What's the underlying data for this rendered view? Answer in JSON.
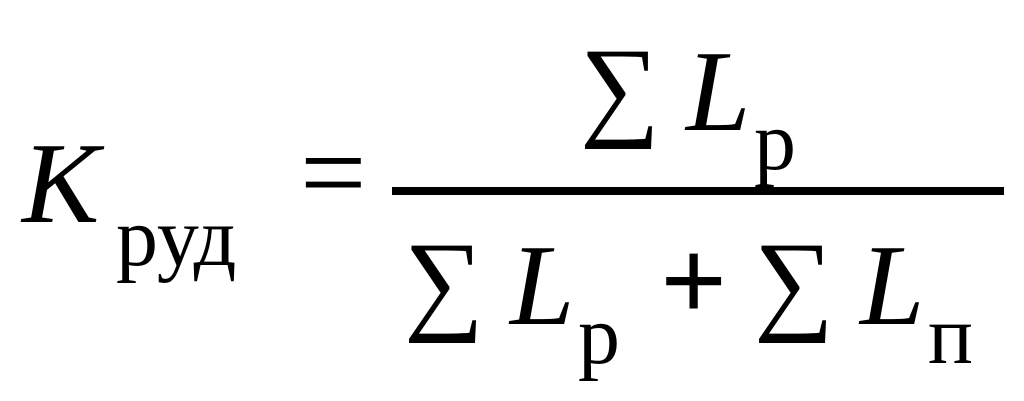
{
  "formula": {
    "lhs": {
      "symbol": "K",
      "subscript": "руд"
    },
    "equals": "=",
    "numerator": {
      "sum": "∑",
      "symbol": "L",
      "subscript": "р"
    },
    "denominator": {
      "term1": {
        "sum": "∑",
        "symbol": "L",
        "subscript": "р"
      },
      "plus": "+",
      "term2": {
        "sum": "∑",
        "symbol": "L",
        "subscript": "п"
      }
    }
  }
}
